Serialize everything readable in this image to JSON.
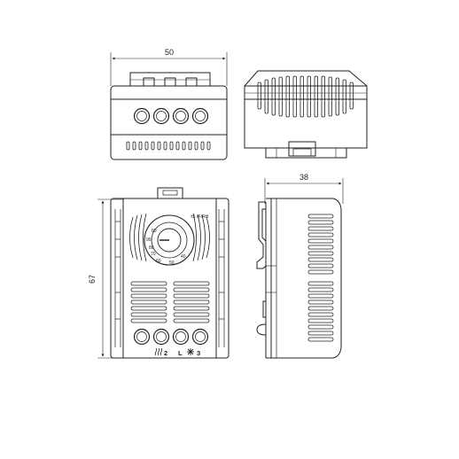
{
  "dimensions": {
    "width_label": "50",
    "depth_label": "38",
    "height_label": "67"
  },
  "dial": {
    "legend": "±5 rF/RH",
    "scale": [
      "80",
      "90",
      "80",
      "70",
      "60",
      "50",
      "40"
    ]
  },
  "terminals": {
    "left": "2",
    "middle": "L",
    "right": "3"
  },
  "colors": {
    "line": "#222222",
    "background": "#ffffff"
  }
}
